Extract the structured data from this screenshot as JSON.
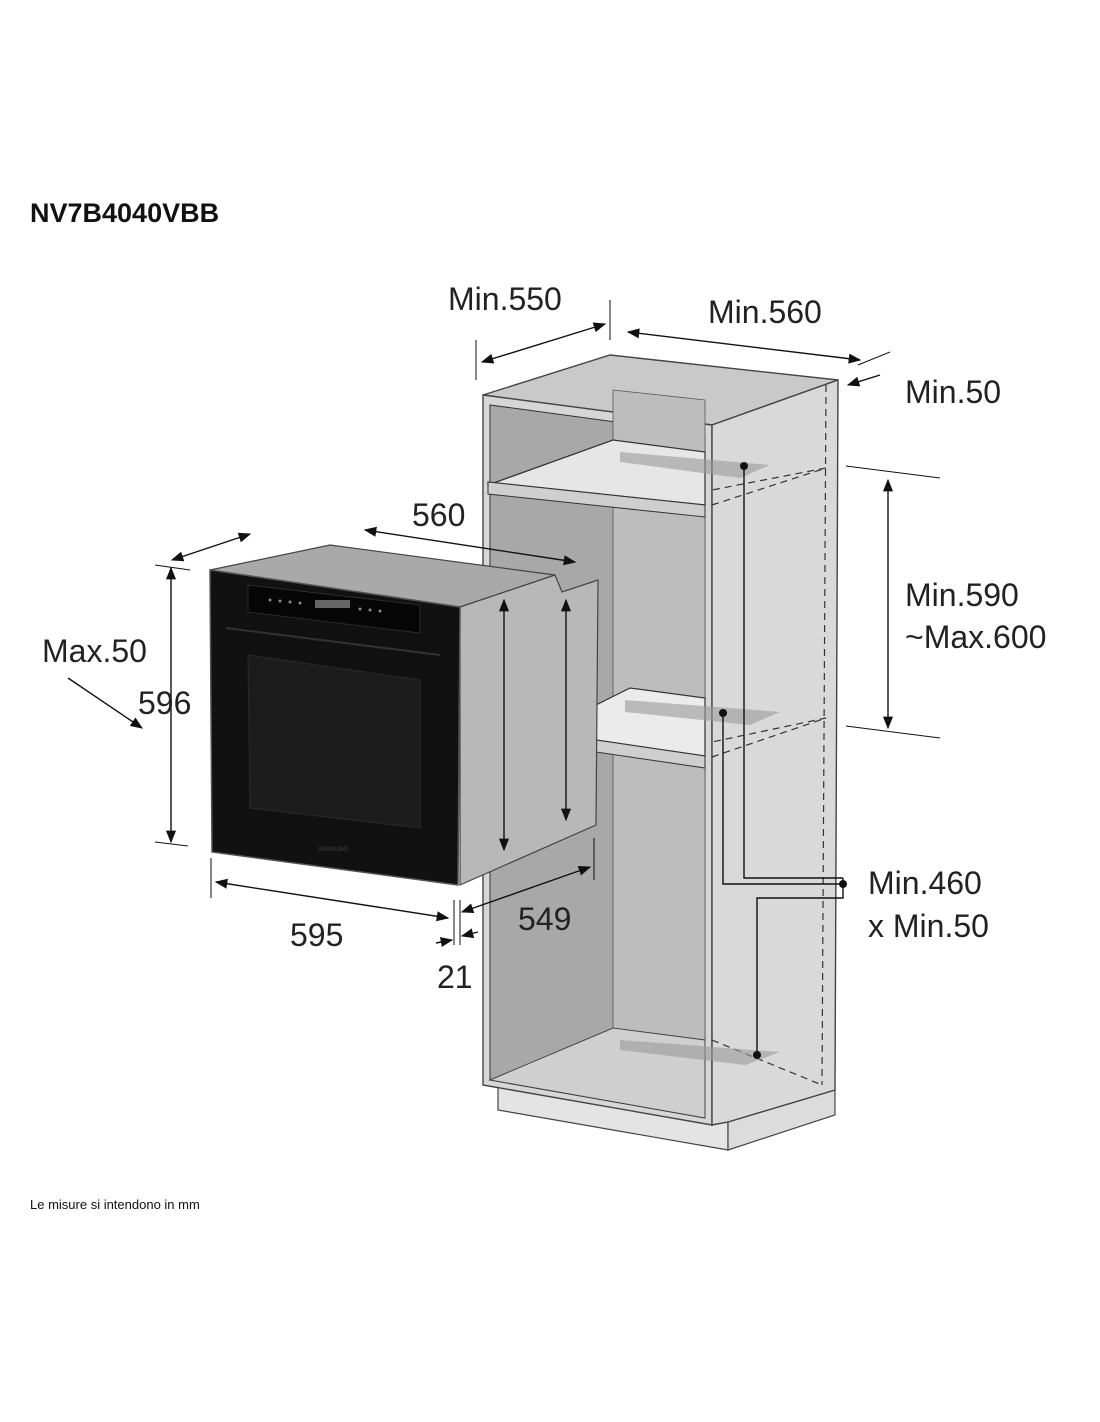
{
  "title": "NV7B4040VBB",
  "footnote": "Le misure si intendono in mm",
  "oven": {
    "brand": "SAMSUNG",
    "dimensions": {
      "depth_top": "560",
      "width": "595",
      "height": "596",
      "door_depth": "21",
      "body_depth": "549",
      "max_protrusion": "Max.50"
    }
  },
  "cabinet": {
    "dimensions": {
      "depth": "Min.550",
      "width": "Min.560",
      "rear_gap": "Min.50",
      "niche_height_line1": "Min.590",
      "niche_height_line2": "~Max.600",
      "vent_line1": "Min.460",
      "vent_line2": "x Min.50"
    }
  },
  "colors": {
    "cabinet": "#d2d2d2",
    "cabinet_dark": "#a9a9a9",
    "oven_front": "#111111",
    "oven_body": "#b5b5b5"
  }
}
